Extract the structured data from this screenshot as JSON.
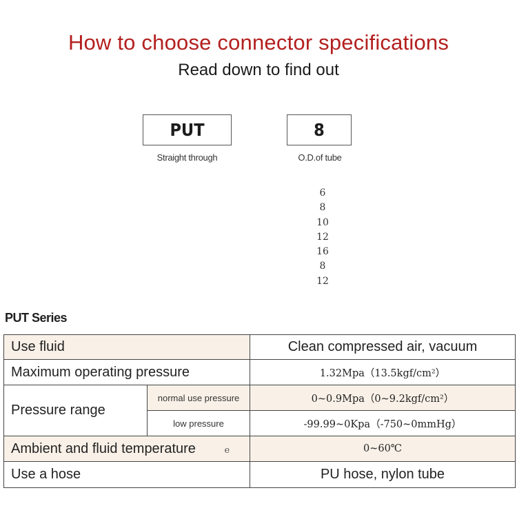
{
  "header": {
    "title": "How to choose connector specifications",
    "subtitle": "Read down to find out"
  },
  "code": {
    "model": {
      "value": "PUT",
      "caption": "Straight through"
    },
    "size": {
      "value": "8",
      "caption": "O.D.of tube"
    }
  },
  "sizes": [
    "6",
    "8",
    "10",
    "12",
    "16",
    "8",
    "12"
  ],
  "series_title": "PUT Series",
  "spec_table": {
    "use_fluid": {
      "label": "Use fluid",
      "value": "Clean compressed air, vacuum"
    },
    "max_pressure": {
      "label": "Maximum operating pressure",
      "value": "1.32Mpa（13.5kgf/cm²）"
    },
    "pressure_range": {
      "label": "Pressure range",
      "normal": {
        "label": "normal use pressure",
        "value": "0~0.9Mpa（0~9.2kgf/cm²）"
      },
      "low": {
        "label": "low pressure",
        "value": "-99.99~0Kpa（-750~0mmHg）"
      }
    },
    "temperature": {
      "label": "Ambient and fluid temperature",
      "value": "0~60℃",
      "mark": "e"
    },
    "hose": {
      "label": "Use a hose",
      "value": "PU hose, nylon tube"
    }
  }
}
